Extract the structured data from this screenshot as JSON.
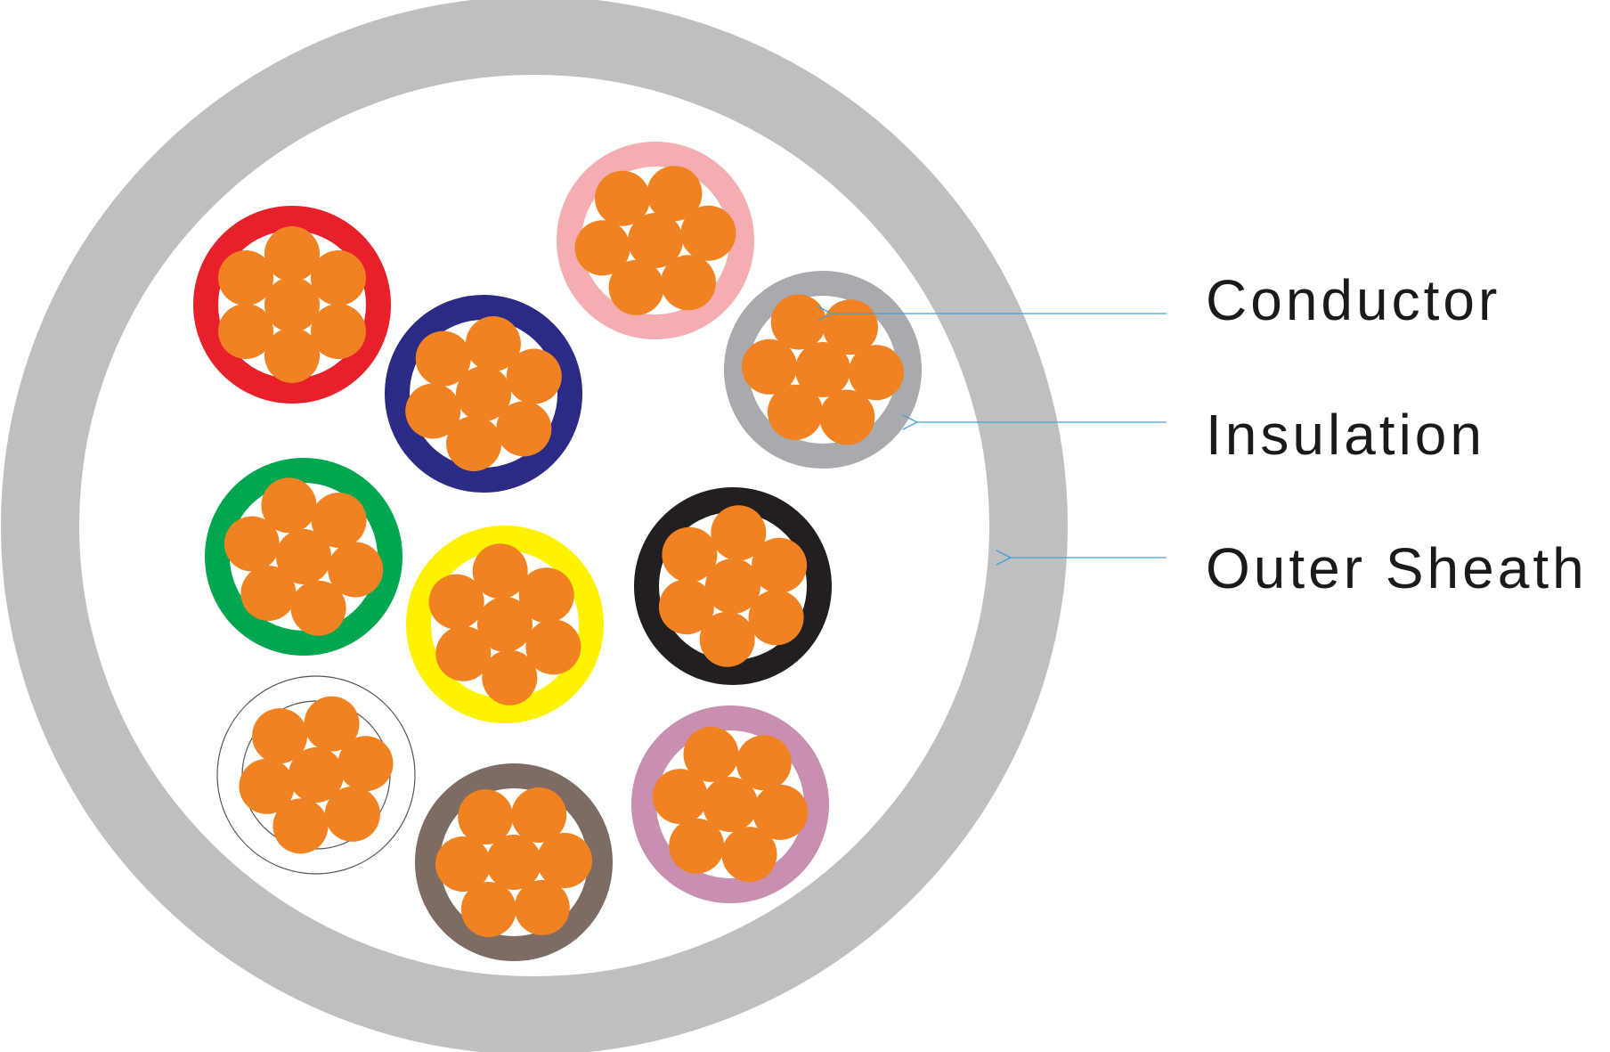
{
  "colors": {
    "sheath": "#bdbfc1",
    "conductor": "#f08221",
    "filler": "#ffffff",
    "leader_line": "#4a9fd0"
  },
  "cores": [
    {
      "name": "red-core",
      "color": "#e8202a"
    },
    {
      "name": "blue-core",
      "color": "#2b2a84"
    },
    {
      "name": "pink-core",
      "color": "#f4adb1"
    },
    {
      "name": "grey-core",
      "color": "#a8aaad"
    },
    {
      "name": "green-core",
      "color": "#00a650"
    },
    {
      "name": "yellow-core",
      "color": "#fff200"
    },
    {
      "name": "black-core",
      "color": "#231f20"
    },
    {
      "name": "white-core",
      "color": "#ffffff"
    },
    {
      "name": "brown-core",
      "color": "#7d6b64"
    },
    {
      "name": "violet-core",
      "color": "#c98fb0"
    }
  ],
  "labels": {
    "conductor": "Conductor",
    "insulation": "Insulation",
    "outer_sheath": "Outer Sheath"
  }
}
